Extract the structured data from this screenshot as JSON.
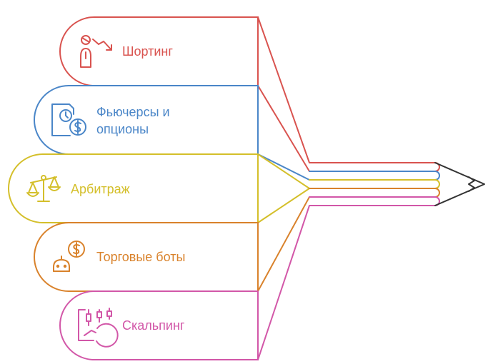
{
  "items": [
    {
      "id": "shorting",
      "label": "Шортинг",
      "color": "#d9534f",
      "icon": "person-falling-arrow-icon"
    },
    {
      "id": "futures-options",
      "label": "Фьючерсы и\nопционы",
      "color": "#4a86c8",
      "icon": "document-clock-dollar-icon"
    },
    {
      "id": "arbitrage",
      "label": "Арбитраж",
      "color": "#d4bf2a",
      "icon": "balance-scale-icon"
    },
    {
      "id": "trading-bots",
      "label": "Торговые боты",
      "color": "#d9822b",
      "icon": "robot-dollar-icon"
    },
    {
      "id": "scalping",
      "label": "Скальпинг",
      "color": "#d257a8",
      "icon": "candlestick-chart-icon"
    }
  ],
  "pencil": {
    "tip_color": "#333333"
  }
}
